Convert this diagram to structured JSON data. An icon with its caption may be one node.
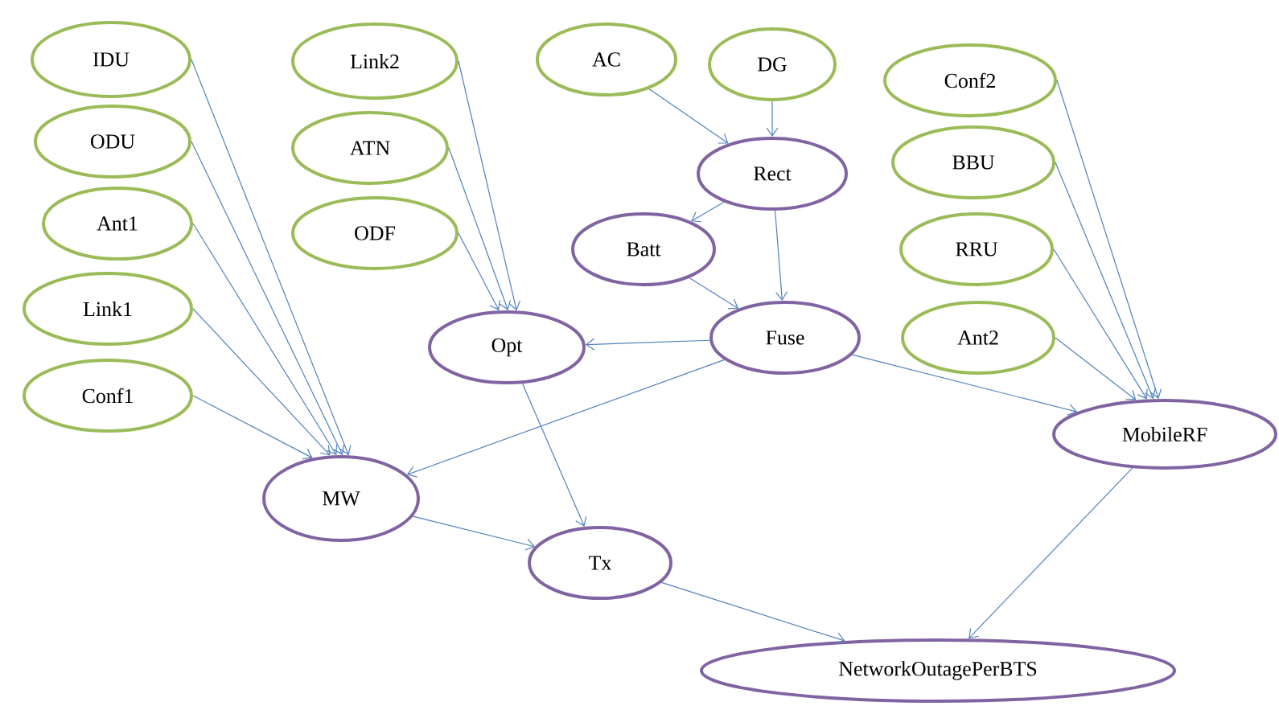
{
  "diagram": {
    "nodes": [
      {
        "text": [
          "IDU"
        ]
      },
      {
        "text": [
          "ODU"
        ]
      },
      {
        "text": [
          "Ant1"
        ]
      },
      {
        "text": [
          "Link1"
        ]
      },
      {
        "text": [
          "Conf1"
        ]
      },
      {
        "text": [
          "Link2"
        ]
      },
      {
        "text": [
          "ATN"
        ]
      },
      {
        "text": [
          "ODF"
        ]
      },
      {
        "text": [
          "AC"
        ]
      },
      {
        "text": [
          "DG"
        ]
      },
      {
        "text": [
          "Conf2"
        ]
      },
      {
        "text": [
          "BBU"
        ]
      },
      {
        "text": [
          "RRU"
        ]
      },
      {
        "text": [
          "Ant2"
        ]
      },
      {
        "text": [
          "Rect"
        ]
      },
      {
        "text": [
          "Batt"
        ]
      },
      {
        "text": [
          "Opt"
        ]
      },
      {
        "text": [
          "Fuse"
        ]
      },
      {
        "text": [
          "MW"
        ]
      },
      {
        "text": [
          "MobileRF"
        ]
      },
      {
        "text": [
          "Tx"
        ]
      },
      {
        "text": [
          "NetworkOutagePerBTS"
        ]
      }
    ],
    "edges": [
      {
        "from": 0,
        "to": 18,
        "arrow": "to"
      },
      {
        "from": 1,
        "to": 18,
        "arrow": "to"
      },
      {
        "from": 2,
        "to": 18,
        "arrow": "to"
      },
      {
        "from": 3,
        "to": 18,
        "arrow": "to"
      },
      {
        "from": 4,
        "to": 18,
        "arrow": "to"
      },
      {
        "from": 5,
        "to": 16,
        "arrow": "to"
      },
      {
        "from": 6,
        "to": 16,
        "arrow": "to"
      },
      {
        "from": 7,
        "to": 16,
        "arrow": "to"
      },
      {
        "from": 8,
        "to": 14,
        "arrow": "to"
      },
      {
        "from": 9,
        "to": 14,
        "arrow": "to"
      },
      {
        "from": 14,
        "to": 15,
        "arrow": "to"
      },
      {
        "from": 14,
        "to": 17,
        "arrow": "to"
      },
      {
        "from": 15,
        "to": 17,
        "arrow": "to"
      },
      {
        "from": 17,
        "to": 16,
        "arrow": "to"
      },
      {
        "from": 17,
        "to": 18,
        "arrow": "to"
      },
      {
        "from": 17,
        "to": 19,
        "arrow": "to"
      },
      {
        "from": 10,
        "to": 19,
        "arrow": "to"
      },
      {
        "from": 11,
        "to": 19,
        "arrow": "to"
      },
      {
        "from": 12,
        "to": 19,
        "arrow": "to"
      },
      {
        "from": 13,
        "to": 19,
        "arrow": "to"
      },
      {
        "from": 16,
        "to": 20,
        "arrow": "to"
      },
      {
        "from": 18,
        "to": 20,
        "arrow": "to"
      },
      {
        "from": 20,
        "to": 21,
        "arrow": "to"
      },
      {
        "from": 19,
        "to": 21,
        "arrow": "to"
      }
    ]
  }
}
